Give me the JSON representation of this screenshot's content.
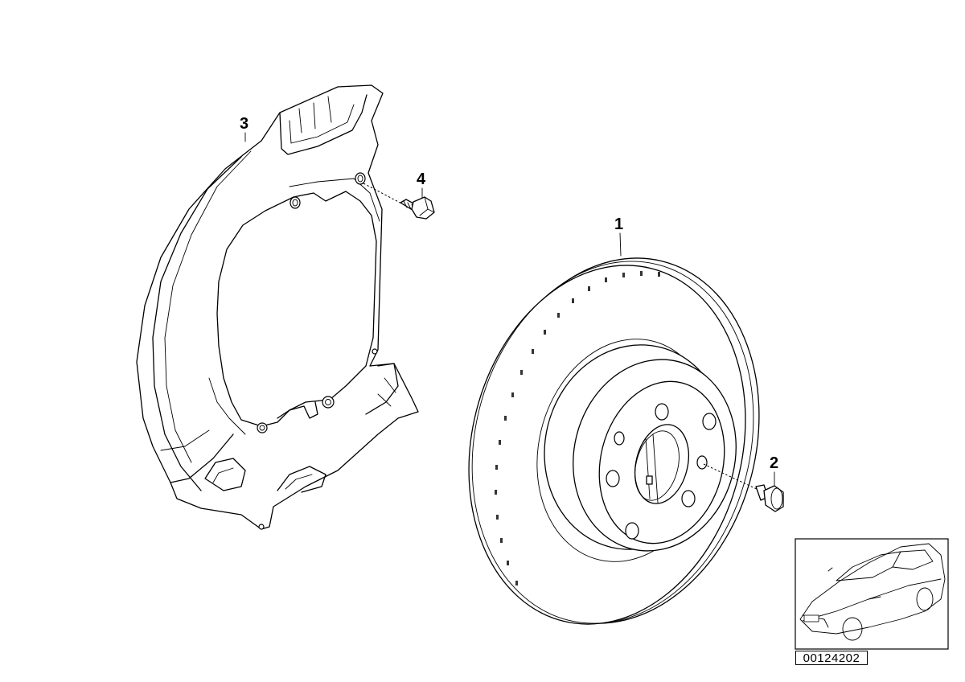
{
  "callouts": {
    "disc": "1",
    "screw_disc": "2",
    "shield": "3",
    "bolt_shield": "4"
  },
  "part_code": "00124202",
  "thumbnail_icon": "car-thumbnail-icon"
}
